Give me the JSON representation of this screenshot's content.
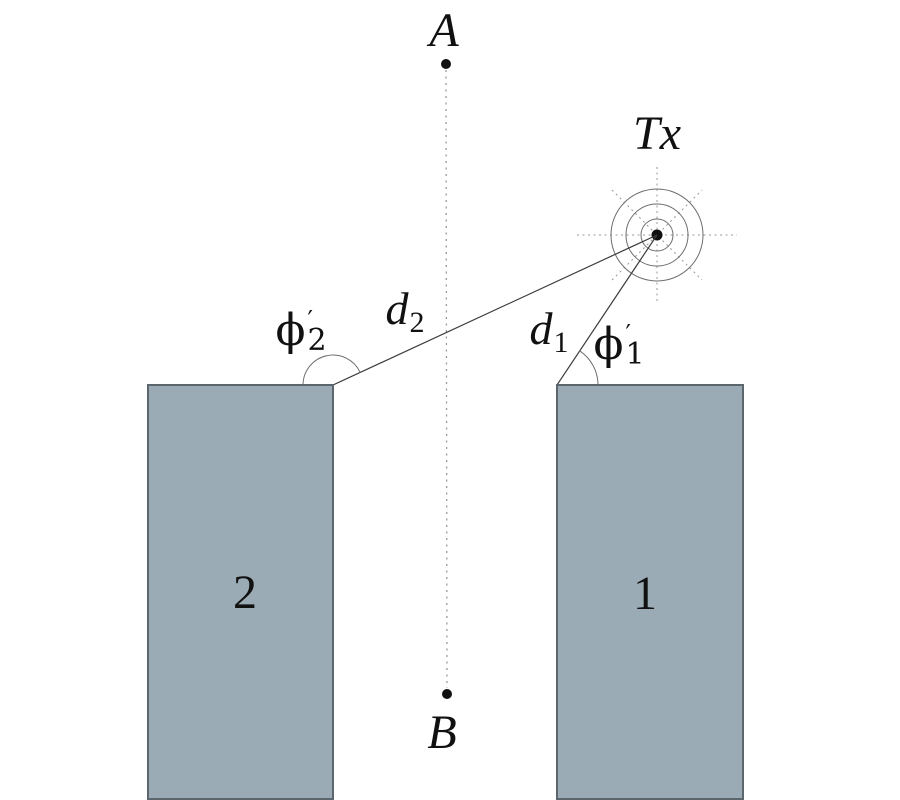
{
  "figure": {
    "background": "#ffffff",
    "colors": {
      "building_fill": "#9aabb5",
      "building_border": "#5c666d",
      "ray_line": "#3d3d3d",
      "guide_line": "#999999",
      "arc_line": "#6e6e6e",
      "dot": "#111111"
    },
    "points": {
      "a": "A",
      "b": "B"
    },
    "transmitter": {
      "label": "Tx"
    },
    "buildings": {
      "left_label": "2",
      "right_label": "1"
    },
    "distances": {
      "d1": {
        "main": "d",
        "sub": "1"
      },
      "d2": {
        "main": "d",
        "sub": "2"
      }
    },
    "angles": {
      "phi1": {
        "symbol": "ϕ",
        "prime": "′",
        "sub": "1"
      },
      "phi2": {
        "symbol": "ϕ",
        "prime": "′",
        "sub": "2"
      }
    }
  }
}
